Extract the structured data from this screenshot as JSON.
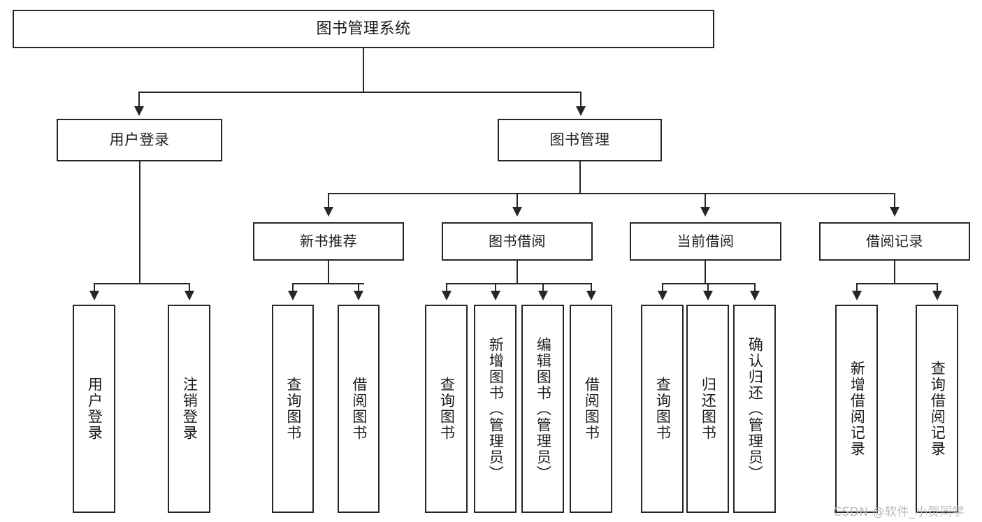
{
  "diagram": {
    "type": "tree",
    "title": "图书管理系统",
    "root": {
      "label": "图书管理系统"
    },
    "level2": [
      {
        "label": "用户登录"
      },
      {
        "label": "图书管理"
      }
    ],
    "level3": [
      {
        "label": "新书推荐"
      },
      {
        "label": "图书借阅"
      },
      {
        "label": "当前借阅"
      },
      {
        "label": "借阅记录"
      }
    ],
    "leaves": {
      "user_login": [
        {
          "label": "用户登录"
        },
        {
          "label": "注销登录"
        }
      ],
      "new_book_recommend": [
        {
          "label": "查询图书"
        },
        {
          "label": "借阅图书"
        }
      ],
      "book_borrow": [
        {
          "label": "查询图书"
        },
        {
          "label": "新增图书（管理员）"
        },
        {
          "label": "编辑图书（管理员）"
        },
        {
          "label": "借阅图书"
        }
      ],
      "current_borrow": [
        {
          "label": "查询图书"
        },
        {
          "label": "归还图书"
        },
        {
          "label": "确认归还（管理员）"
        }
      ],
      "borrow_record": [
        {
          "label": "新增借阅记录"
        },
        {
          "label": "查询借阅记录"
        }
      ]
    }
  },
  "watermark": {
    "text": "CSDN @软件_小贺同学"
  },
  "colors": {
    "stroke": "#262626",
    "background": "#ffffff",
    "text": "#1c1c1c",
    "watermark": "#b9b9b9"
  }
}
